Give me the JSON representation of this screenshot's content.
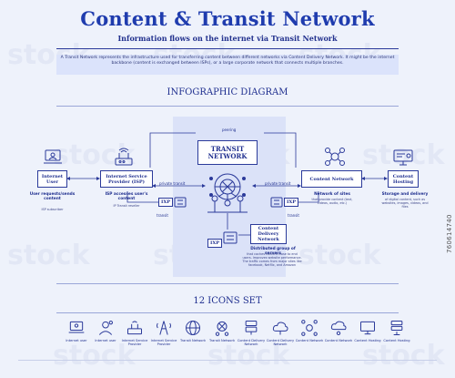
{
  "header": {
    "title": "Content & Transit Network",
    "subtitle": "Information flows on the internet via Transit Network"
  },
  "intro": {
    "text": "A Transit Network represents the infrastructure used for transferring content between different networks via Content Delivery Network. It might be the internet backbone (content is exchanged between ISPs), or a large corporate network that connects multiple branches."
  },
  "diagram": {
    "heading": "INFOGRAPHIC DIAGRAM",
    "nodes": {
      "internet_user": "Internet User",
      "isp": "Internet Service Provider (ISP)",
      "transit": "TRANSIT NETWORK",
      "cdn": "Content Delivery Network",
      "content_network": "Content Network",
      "content_hosting": "Content Hosting"
    },
    "captions": {
      "user_bold": "User requests/sends content",
      "user_small": "ISP subscriber",
      "isp_bold": "ISP accesses user's content",
      "isp_small": "IP Transit reseller",
      "cdn_bold": "Distributed group of servers",
      "cdn_small": "that caches content close to end users. Improves website performance. The traffic comes from major sites like facebook, Netflix, and Amazon",
      "cn_bold": "Network of sites",
      "cn_small": "that provide content (text, videos, audio, etc.)",
      "ch_bold": "Storage and delivery",
      "ch_small": "of digital content, such as websites, images, videos, and files"
    },
    "edges": {
      "peering": "peering",
      "private_left": "private transit",
      "private_right": "private transit",
      "transit_left": "transit",
      "transit_right": "transit",
      "ixp": "IXP"
    }
  },
  "icons_set": {
    "heading": "12 ICONS SET",
    "items": [
      {
        "icon": "internet-user-laptop-icon",
        "label": "Internet user"
      },
      {
        "icon": "internet-user-profile-icon",
        "label": "Internet user"
      },
      {
        "icon": "isp-router-icon",
        "label": "Internet Service Provider"
      },
      {
        "icon": "isp-tower-icon",
        "label": "Internet Service Provider"
      },
      {
        "icon": "transit-globe-icon",
        "label": "Transit Network"
      },
      {
        "icon": "transit-nodes-icon",
        "label": "Transit Network"
      },
      {
        "icon": "cdn-server-icon",
        "label": "Content Delivery Network"
      },
      {
        "icon": "cdn-cloud-icon",
        "label": "Content Delivery Network"
      },
      {
        "icon": "content-network-hub-icon",
        "label": "Content Network"
      },
      {
        "icon": "content-network-cloud-icon",
        "label": "Content Network"
      },
      {
        "icon": "content-hosting-monitor-icon",
        "label": "Content Hosting"
      },
      {
        "icon": "content-hosting-server-icon",
        "label": "Content Hosting"
      }
    ]
  },
  "watermark": {
    "text": "stock"
  },
  "side_id": "760614740",
  "colors": {
    "accent": "#1f3cae",
    "panel": "#dbe2f8",
    "background": "#eef2fb",
    "ink": "#2b3a9a"
  }
}
